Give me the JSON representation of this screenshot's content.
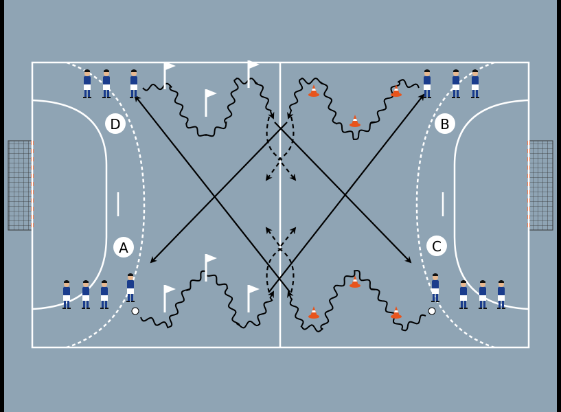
{
  "diagram": {
    "title_hidden": false,
    "groups": [
      {
        "id": "D",
        "label": "D"
      },
      {
        "id": "A",
        "label": "A"
      },
      {
        "id": "B",
        "label": "B"
      },
      {
        "id": "C",
        "label": "C"
      }
    ],
    "colors": {
      "court": "#8fa4b4",
      "lines": "#ffffff",
      "jersey": "#1a3c8c",
      "cone": "#e8541c",
      "paths": "#000000"
    },
    "equipment": {
      "flags": 6,
      "cones": 6,
      "balls": 2
    }
  }
}
